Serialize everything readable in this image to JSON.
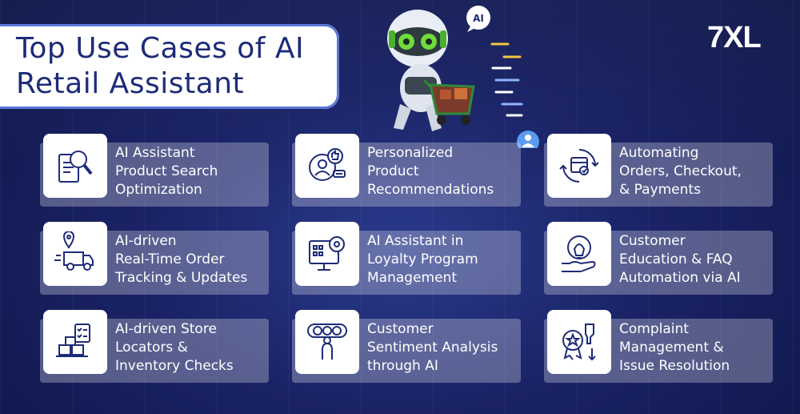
{
  "title": {
    "line1": "Top Use Cases of AI",
    "line2": "Retail Assistant"
  },
  "logo": "7XL",
  "robot": {
    "bubble": "AI"
  },
  "colors": {
    "title_text": "#1e2b78",
    "card_bg": "rgba(255,255,255,0.28)",
    "background": "#1a2366"
  },
  "cards": [
    {
      "icon": "search-document-icon",
      "lines": [
        "AI Assistant",
        "Product Search",
        "Optimization"
      ]
    },
    {
      "icon": "thumbs-up-user-icon",
      "lines": [
        "Personalized",
        "Product",
        "Recommendations"
      ]
    },
    {
      "icon": "box-cycle-icon",
      "lines": [
        "Automating",
        "Orders, Checkout,",
        "& Payments"
      ]
    },
    {
      "icon": "delivery-truck-icon",
      "lines": [
        "AI-driven",
        "Real-Time Order",
        "Tracking & Updates"
      ]
    },
    {
      "icon": "gear-dashboard-icon",
      "lines": [
        "AI Assistant in",
        "Loyalty Program",
        "Management"
      ]
    },
    {
      "icon": "lightbulb-hand-icon",
      "lines": [
        "Customer",
        "Education & FAQ",
        "Automation via AI"
      ]
    },
    {
      "icon": "boxes-checklist-icon",
      "lines": [
        "AI-driven Store",
        "Locators &",
        "Inventory Checks"
      ]
    },
    {
      "icon": "sentiment-faces-icon",
      "lines": [
        "Customer",
        "Sentiment Analysis",
        "through AI"
      ]
    },
    {
      "icon": "award-thumbs-down-icon",
      "lines": [
        "Complaint",
        "Management &",
        "Issue Resolution"
      ]
    }
  ]
}
